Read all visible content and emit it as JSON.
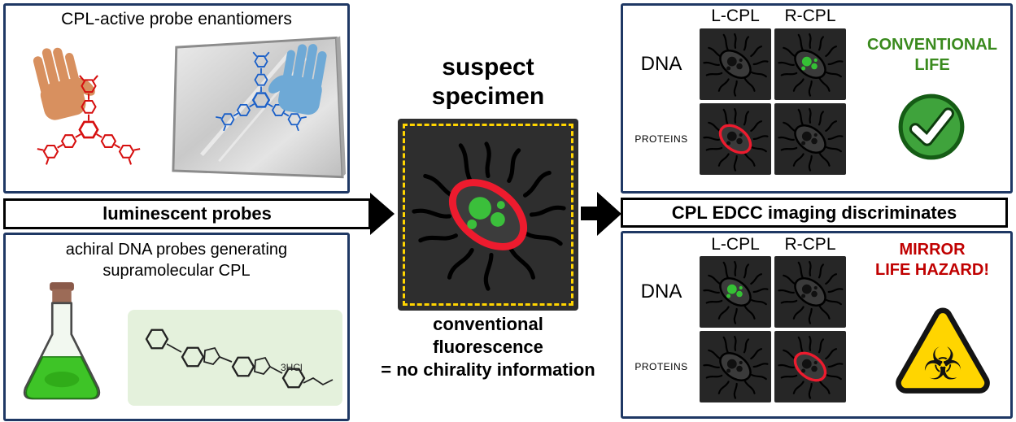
{
  "colors": {
    "accent_navy": "#1f3864",
    "success_green": "#3a8a1e",
    "hazard_red": "#c00000",
    "cpl_yellow": "#ffd400"
  },
  "left_top": {
    "title": "CPL-active probe enantiomers"
  },
  "probes_banner": {
    "label": "luminescent probes"
  },
  "left_bottom": {
    "line1": "achiral DNA probes generating",
    "line2": "supramolecular CPL",
    "salt_label": "3HCl"
  },
  "center": {
    "title1": "suspect",
    "title2": "specimen",
    "cap1": "conventional",
    "cap2": "fluorescence",
    "cap3": "= no chirality information"
  },
  "edcc_banner": {
    "label": "CPL EDCC imaging discriminates"
  },
  "panel_top": {
    "col_l": "L-CPL",
    "col_r": "R-CPL",
    "row1": "DNA",
    "row2": "PROTEINS",
    "verdict1": "CONVENTIONAL",
    "verdict2": "LIFE"
  },
  "panel_bottom": {
    "col_l": "L-CPL",
    "col_r": "R-CPL",
    "row1": "DNA",
    "row2": "PROTEINS",
    "verdict1": "MIRROR",
    "verdict2": "LIFE HAZARD!"
  }
}
